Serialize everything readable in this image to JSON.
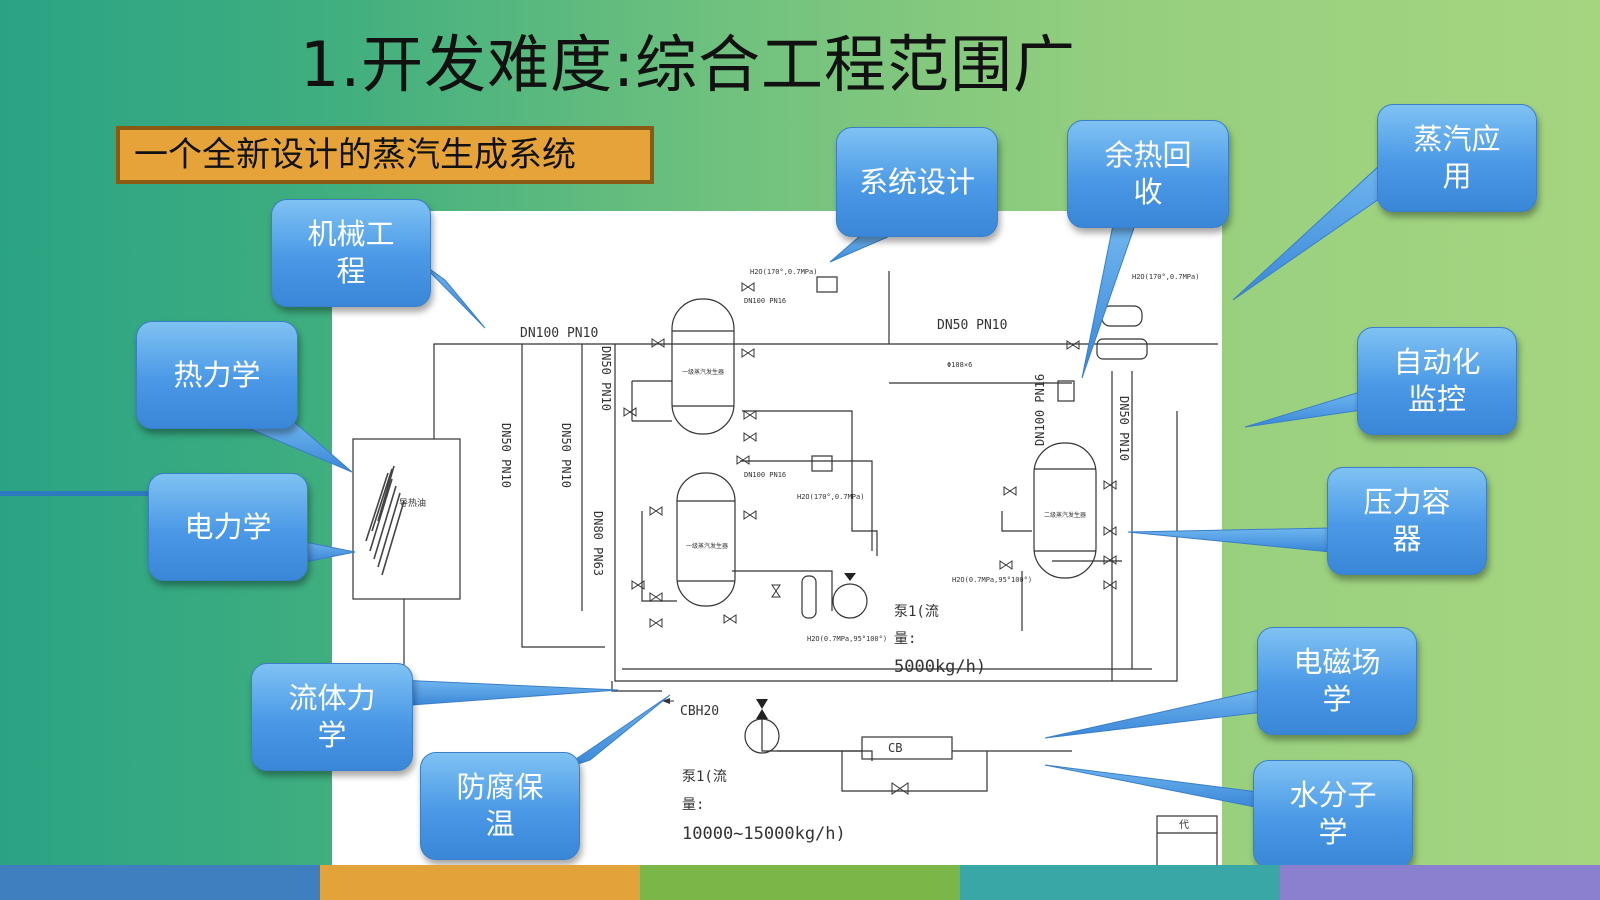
{
  "slide": {
    "title": "1.开发难度:综合工程范围广",
    "subtitle": "一个全新设计的蒸汽生成系统"
  },
  "callouts": {
    "mechanical": "机械工程",
    "thermo": "热力学",
    "electric": "电力学",
    "fluid": "流体力学",
    "anticorrosion": "防腐保温",
    "system_design": "系统设计",
    "waste_heat": "余热回收",
    "steam_app": "蒸汽应用",
    "automation": "自动化监控",
    "pressure_vessel": "压力容器",
    "em_field": "电磁场学",
    "water_molecule": "水分子学"
  },
  "diagram": {
    "pipe_dn100": "DN100  PN10",
    "pipe_dn50_top": "DN50  PN10",
    "pipe_dn50_v1": "DN50 PN10",
    "pipe_dn50_v2": "DN50 PN10",
    "pipe_dn50_v3": "DN50 PN10",
    "pipe_dn80": "DN80 PN63",
    "pipe_dn50_right": "DN50 PN10",
    "pipe_dn100_pn16": "DN100 PN16",
    "h2o_top": "H2O(170°,0.7MPa)",
    "dn100_pn16_small": "DN100 PN16",
    "h2o_mid": "H2O(170°,0.7MPa)",
    "dn100_pn16_mid": "DN100 PN16",
    "h2o_right_top": "H2O(170°,0.7MPa)",
    "h2o_right_low": "H2O(0.7MPa,95°100°)",
    "h2o_pump": "H2O(0.7MPa,95°100°)",
    "pipe_108": "Φ108×6",
    "heater_label": "导热油",
    "gen1_label": "一级蒸汽发生器",
    "gen2_label": "一级蒸汽发生器",
    "gen3_label": "二级蒸汽发生器",
    "pump1_line1": "泵1(流",
    "pump1_line2": "量:",
    "pump1_flow": "5000kg/h)",
    "pump2_line1": "泵1(流",
    "pump2_line2": "量:",
    "pump2_flow": "10000~15000kg/h)",
    "cbh20": "CBH20",
    "cb": "CB",
    "corner_box": "代"
  },
  "colors": {
    "callout_fill": "#4a98e6",
    "subtitle_fill": "#e5a33a",
    "title_text": "#111111"
  }
}
